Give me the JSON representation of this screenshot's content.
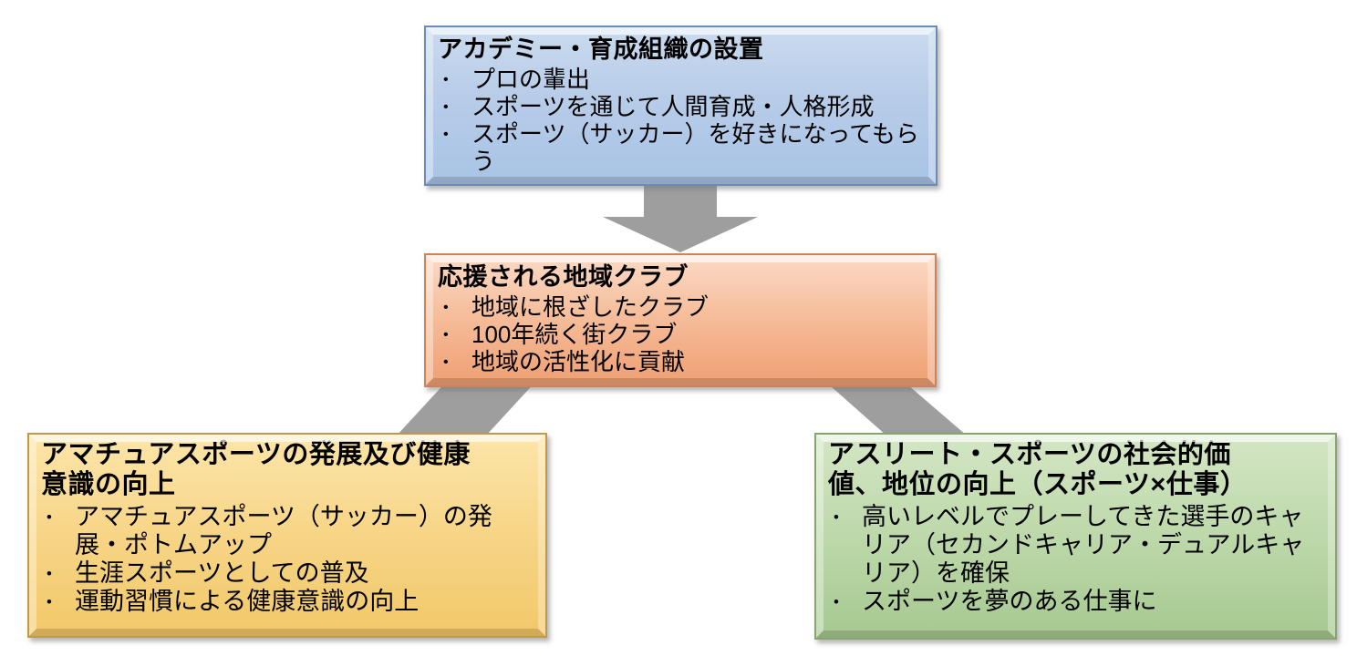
{
  "ui": {
    "bullet_marker": "•"
  },
  "colors": {
    "background": "#ffffff",
    "text": "#000000",
    "arrow_gray": "#9e9e9e",
    "box_blue_top": "#cbdbef",
    "box_blue_bottom": "#a9c4e6",
    "box_blue_border": "#6b8cb5",
    "box_orange_top": "#fbdac5",
    "box_orange_bottom": "#ef9f73",
    "box_orange_border": "#cf8157",
    "box_yellow_top": "#fce5a9",
    "box_yellow_bottom": "#f2c868",
    "box_yellow_border": "#c09a48",
    "box_green_top": "#d4e6c5",
    "box_green_bottom": "#a6c990",
    "box_green_border": "#85a56a"
  },
  "boxes": {
    "academy": {
      "title": "アカデミー・育成組織の設置",
      "bullets": [
        "プロの輩出",
        "スポーツを通じて人間育成・人格形成",
        "スポーツ（サッカー）を好きになってもらう"
      ]
    },
    "club": {
      "title": "応援される地域クラブ",
      "bullets": [
        "地域に根ざしたクラブ",
        "100年続く街クラブ",
        "地域の活性化に貢献"
      ]
    },
    "amateur": {
      "title": "アマチュアスポーツの発展及び健康意識の向上",
      "bullets": [
        "アマチュアスポーツ（サッカー）の発展・ポトムアップ",
        "生涯スポーツとしての普及",
        "運動習慣による健康意識の向上"
      ]
    },
    "athlete": {
      "title": "アスリート・スポーツの社会的価値、地位の向上（スポーツ×仕事）",
      "bullets": [
        "高いレベルでプレーしてきた選手のキャリア（セカンドキャリア・デュアルキャリア）を確保",
        "スポーツを夢のある仕事に"
      ]
    }
  }
}
